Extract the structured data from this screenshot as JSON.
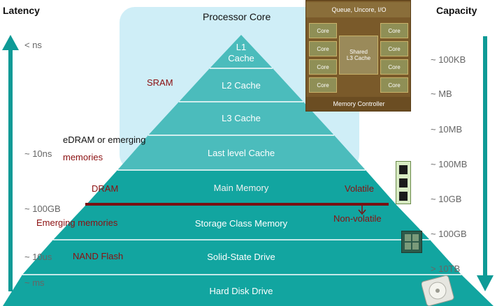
{
  "headers": {
    "latency": "Latency",
    "capacity": "Capacity"
  },
  "processor_core": "Processor Core",
  "levels": [
    {
      "name": "L1\nCache"
    },
    {
      "name": "L2 Cache"
    },
    {
      "name": "L3 Cache"
    },
    {
      "name": "Last level Cache"
    },
    {
      "name": "Main Memory"
    },
    {
      "name": "Storage Class Memory"
    },
    {
      "name": "Solid-State Drive"
    },
    {
      "name": "Hard Disk Drive"
    }
  ],
  "latency_labels": [
    "< ns",
    "~ 10ns",
    "~ 100GB",
    "~ 10us",
    "~ ms"
  ],
  "capacity_labels": [
    "~ 100KB",
    "~ MB",
    "~ 10MB",
    "~ 100MB",
    "~ 10GB",
    "~ 100GB",
    "> 10TB"
  ],
  "tech_labels": {
    "sram": "SRAM",
    "edram_line1": "eDRAM or emerging",
    "edram_line2": "memories",
    "dram": "DRAM",
    "emerging": "Emerging memories",
    "nand": "NAND Flash",
    "volatile": "Volatile",
    "nonvolatile": "Non-volatile"
  },
  "chip": {
    "top": "Queue, Uncore, I/O",
    "core": "Core",
    "shared": "Shared\nL3 Cache",
    "bottom": "Memory Controller"
  },
  "colors": {
    "teal_light": "#49bcbc",
    "teal_dark": "#12a5a0",
    "arrow": "#0e9a96",
    "divider": "#7a1012",
    "tech_text": "#8b0f10",
    "highlight": "#cfeef7"
  }
}
